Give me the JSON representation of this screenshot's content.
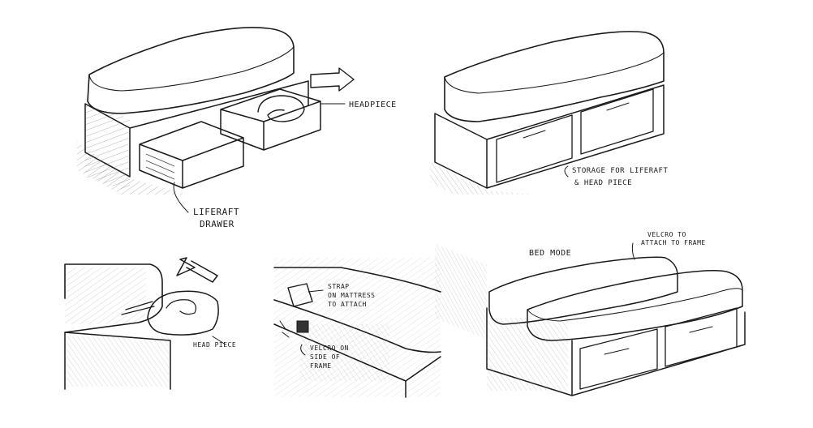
{
  "labels": {
    "headpiece": "HEADPIECE",
    "liferaft_drawer_1": "LIFERAFT",
    "liferaft_drawer_2": "DRAWER",
    "storage_1": "STORAGE FOR LIFERAFT",
    "storage_2": "& HEAD PIECE",
    "head_piece": "HEAD PIECE",
    "strap_1": "STRAP",
    "strap_2": "ON MATTRESS",
    "strap_3": "TO ATTACH",
    "velcro_1": "VELCRO ON",
    "velcro_2": "SIDE OF",
    "velcro_3": "FRAME",
    "bed_mode": "BED MODE",
    "velcro_attach_1": "VELCRO TO",
    "velcro_attach_2": "ATTACH TO FRAME"
  },
  "colors": {
    "ink": "#1a1a1a",
    "paper": "#ffffff"
  }
}
